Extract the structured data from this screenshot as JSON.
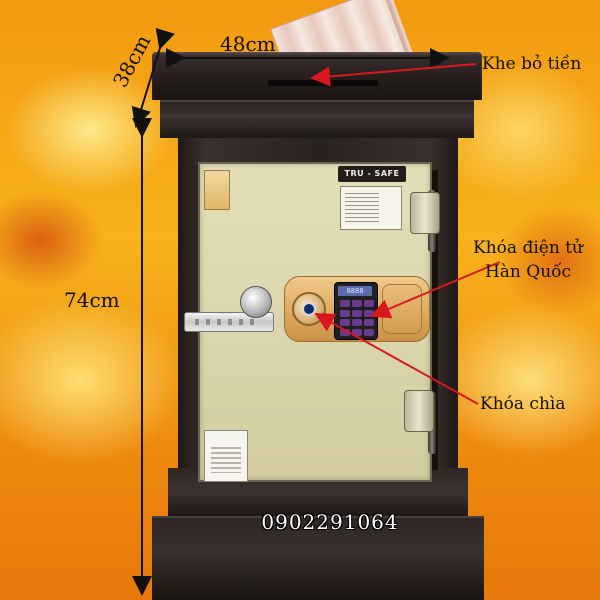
{
  "dimensions": {
    "width_label": "48cm",
    "depth_label": "38cm",
    "height_label": "74cm"
  },
  "annotations": {
    "money_slot": "Khe bỏ tiền",
    "electronic_lock_line1": "Khóa điện tử",
    "electronic_lock_line2": "Hàn Quốc",
    "key_lock": "Khóa chìa"
  },
  "brand": {
    "name": "TRU - SAFE"
  },
  "keypad": {
    "display": "8888"
  },
  "phone": "0902291064",
  "colors": {
    "annotation_arrow": "#d8181e",
    "safe_body": "#2a221f",
    "door": "#dcd6ad",
    "lock_plate": "#e0ad62",
    "background": "#f7b21c"
  },
  "icons": {
    "keyhole": "key-lock-icon",
    "handle": "handle-icon"
  }
}
